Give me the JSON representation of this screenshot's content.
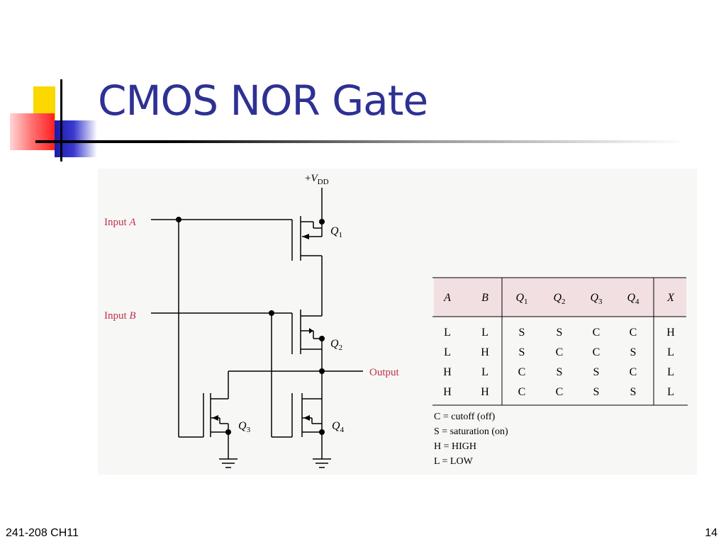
{
  "slide": {
    "title": "CMOS NOR Gate",
    "footer_left": "241-208 CH11",
    "page_number": "14"
  },
  "colors": {
    "title": "#2e3192",
    "label_red": "#c0304a",
    "table_header_bg": "#f1dfe2"
  },
  "circuit": {
    "vdd_plus": "+",
    "vdd_V": "V",
    "vdd_sub": "DD",
    "input_a_prefix": "Input ",
    "input_a_var": "A",
    "input_b_prefix": "Input ",
    "input_b_var": "B",
    "output_label": "Output",
    "q1": {
      "letter": "Q",
      "sub": "1"
    },
    "q2": {
      "letter": "Q",
      "sub": "2"
    },
    "q3": {
      "letter": "Q",
      "sub": "3"
    },
    "q4": {
      "letter": "Q",
      "sub": "4"
    }
  },
  "truth_table": {
    "headers": [
      {
        "t": "A",
        "s": ""
      },
      {
        "t": "B",
        "s": ""
      },
      {
        "t": "Q",
        "s": "1"
      },
      {
        "t": "Q",
        "s": "2"
      },
      {
        "t": "Q",
        "s": "3"
      },
      {
        "t": "Q",
        "s": "4"
      },
      {
        "t": "X",
        "s": ""
      }
    ],
    "rows": [
      [
        "L",
        "L",
        "S",
        "S",
        "C",
        "C",
        "H"
      ],
      [
        "L",
        "H",
        "S",
        "C",
        "C",
        "S",
        "L"
      ],
      [
        "H",
        "L",
        "C",
        "S",
        "S",
        "C",
        "L"
      ],
      [
        "H",
        "H",
        "C",
        "C",
        "S",
        "S",
        "L"
      ]
    ],
    "legend": [
      "C = cutoff (off)",
      "S = saturation (on)",
      "H = HIGH",
      "L = LOW"
    ]
  }
}
